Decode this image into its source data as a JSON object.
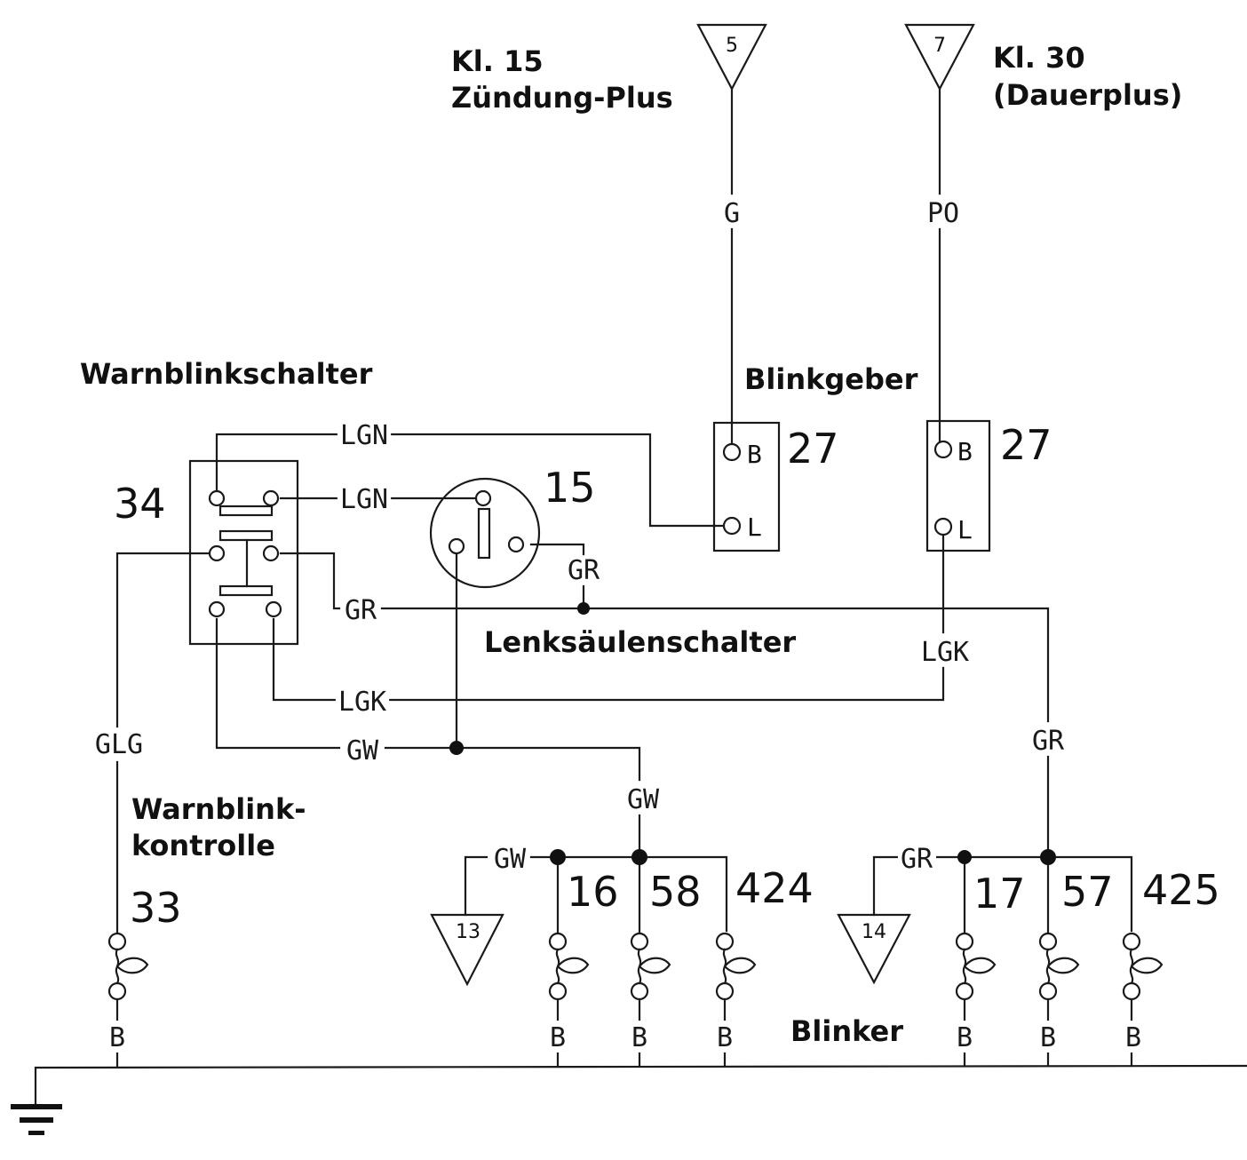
{
  "diagram": {
    "type": "wiring-diagram",
    "subject": "Turn signal / hazard warning circuit",
    "colors": {
      "line": "#1a1a1a",
      "background": "#ffffff"
    }
  },
  "labels": {
    "kl15_line1": "Kl. 15",
    "kl15_line2": "Zündung-Plus",
    "kl30_line1": "Kl. 30",
    "kl30_line2": "(Dauerplus)",
    "warnblinkschalter": "Warnblinkschalter",
    "blinkgeber": "Blinkgeber",
    "lenksaeulenschalter": "Lenksäulenschalter",
    "warnblinkkontrolle_line1": "Warnblink-",
    "warnblinkkontrolle_line2": "kontrolle",
    "blinker": "Blinker"
  },
  "connectors": {
    "c5": "5",
    "c7": "7",
    "c13": "13",
    "c14": "14"
  },
  "components": {
    "hazard_switch": "34",
    "column_switch": "15",
    "flasher_a": "27",
    "flasher_b": "27",
    "warning_lamp": "33",
    "lamp_16": "16",
    "lamp_58": "58",
    "lamp_424": "424",
    "lamp_17": "17",
    "lamp_57": "57",
    "lamp_425": "425"
  },
  "pins": {
    "flasher_a_b": "B",
    "flasher_a_l": "L",
    "flasher_b_b": "B",
    "flasher_b_l": "L"
  },
  "wires": {
    "g": "G",
    "po": "PO",
    "lgn_top": "LGN",
    "lgn_mid": "LGN",
    "gr_switch": "GR",
    "gr_column": "GR",
    "lgk_left": "LGK",
    "lgk_right": "LGK",
    "gw_left": "GW",
    "gw_down": "GW",
    "gw_13": "GW",
    "gr_right": "GR",
    "gr_14": "GR",
    "glg": "GLG",
    "b_33": "B",
    "b_16": "B",
    "b_58": "B",
    "b_424": "B",
    "b_17": "B",
    "b_57": "B",
    "b_425": "B"
  }
}
